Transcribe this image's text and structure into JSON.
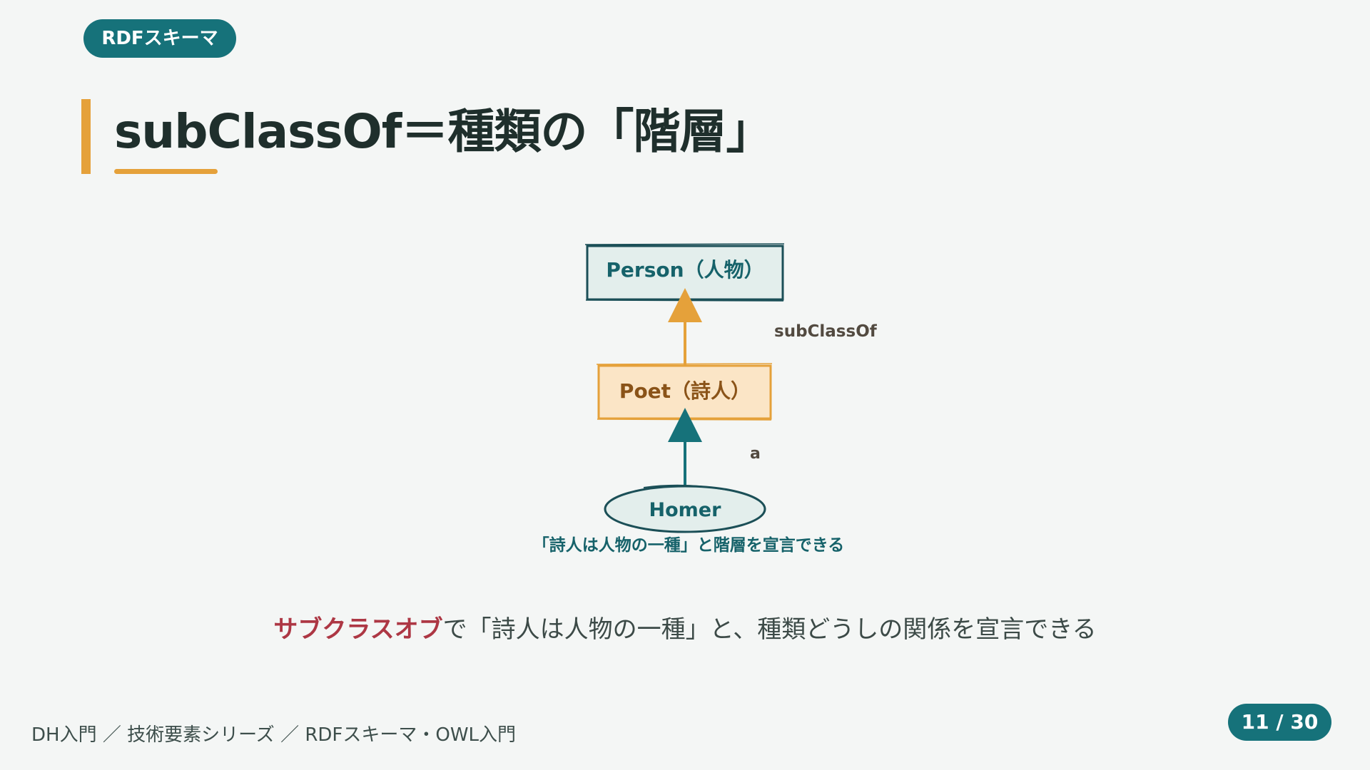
{
  "section_tag": "RDFスキーマ",
  "title": "subClassOf＝種類の「階層」",
  "diagram": {
    "nodes": {
      "person": "Person（人物）",
      "poet": "Poet（詩人）",
      "homer": "Homer"
    },
    "edges": {
      "subclass": "subClassOf",
      "type": "a"
    },
    "note": "「詩人は人物の一種」と階層を宣言できる"
  },
  "caption": {
    "emphasis": "サブクラスオブ",
    "rest": "で「詩人は人物の一種」と、種類どうしの関係を宣言できる"
  },
  "footer": {
    "breadcrumb": "DH入門 ／ 技術要素シリーズ ／ RDFスキーマ・OWL入門",
    "page": "11 / 30"
  },
  "colors": {
    "teal": "#16727a",
    "orange": "#e5a13a",
    "emphasis_red": "#ad3744",
    "background": "#f4f6f5"
  }
}
